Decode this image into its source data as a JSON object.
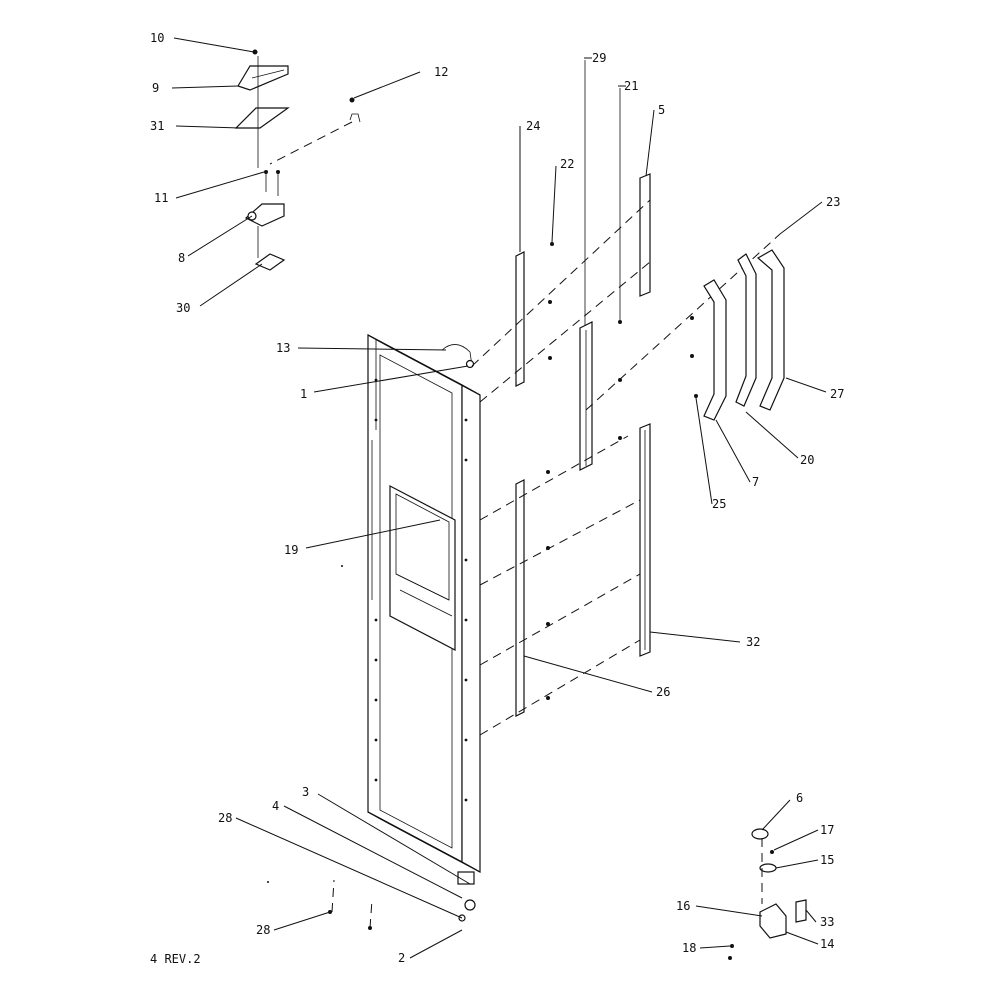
{
  "revision_label": "4 REV.2",
  "colors": {
    "ink": "#111111",
    "paper": "#ffffff"
  },
  "callouts": [
    "10",
    "9",
    "31",
    "12",
    "11",
    "8",
    "30",
    "13",
    "1",
    "19",
    "24",
    "22",
    "29",
    "21",
    "5",
    "23",
    "27",
    "20",
    "7",
    "25",
    "32",
    "26",
    "3",
    "4",
    "28",
    "28",
    "2",
    "6",
    "17",
    "15",
    "16",
    "33",
    "18",
    "14"
  ]
}
